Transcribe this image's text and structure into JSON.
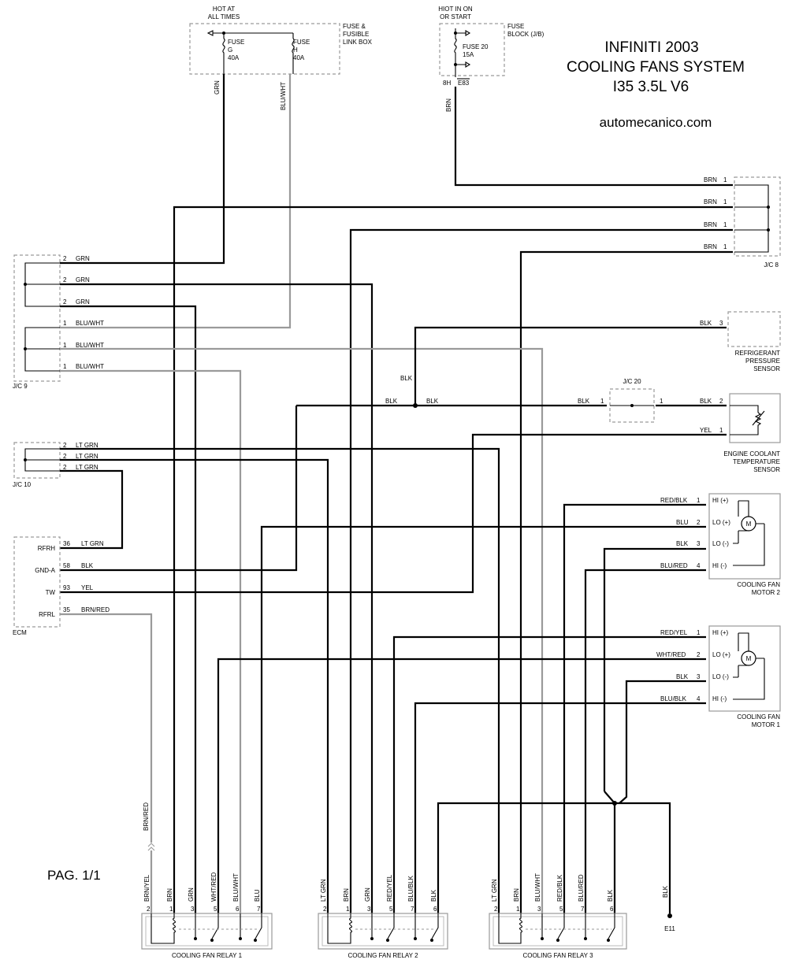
{
  "header": {
    "title_line1": "INFINITI 2003",
    "title_line2": "COOLING FANS SYSTEM",
    "title_line3": "I35 3.5L V6",
    "website": "automecanico.com",
    "page_label": "PAG. 1/1"
  },
  "power": {
    "hot_at_all_times_1": "HOT AT",
    "hot_at_all_times_2": "ALL TIMES",
    "fuse_box_1": "FUSE &",
    "fuse_box_2": "FUSIBLE",
    "fuse_box_3": "LINK BOX",
    "fuse_g_1": "FUSE",
    "fuse_g_2": "G",
    "fuse_g_3": "40A",
    "fuse_h_1": "FUSE",
    "fuse_h_2": "H",
    "fuse_h_3": "40A",
    "wire_grn": "GRN",
    "wire_bluwht": "BLU/WHT",
    "hot_in_on_1": "HIOT IN ON",
    "hot_in_on_2": "OR START",
    "fuse_block_1": "FUSE",
    "fuse_block_2": "BLOCK (J/B)",
    "fuse_20_1": "FUSE 20",
    "fuse_20_2": "15A",
    "pin_8h": "8H",
    "conn_e83": "E83",
    "wire_brn": "BRN"
  },
  "jc8": {
    "label": "J/C 8",
    "rows": [
      {
        "wire": "BRN",
        "pin": "1"
      },
      {
        "wire": "BRN",
        "pin": "1"
      },
      {
        "wire": "BRN",
        "pin": "1"
      },
      {
        "wire": "BRN",
        "pin": "1"
      }
    ]
  },
  "jc9": {
    "label": "J/C 9",
    "rows": [
      {
        "pin": "2",
        "wire": "GRN"
      },
      {
        "pin": "2",
        "wire": "GRN"
      },
      {
        "pin": "2",
        "wire": "GRN"
      },
      {
        "pin": "1",
        "wire": "BLU/WHT"
      },
      {
        "pin": "1",
        "wire": "BLU/WHT"
      },
      {
        "pin": "1",
        "wire": "BLU/WHT"
      }
    ]
  },
  "jc10": {
    "label": "J/C 10",
    "rows": [
      {
        "pin": "2",
        "wire": "LT GRN"
      },
      {
        "pin": "2",
        "wire": "LT GRN"
      },
      {
        "pin": "2",
        "wire": "LT GRN"
      }
    ]
  },
  "jc20": {
    "label": "J/C 20",
    "pin_left": "1",
    "pin_right": "1"
  },
  "ecm": {
    "label": "ECM",
    "rows": [
      {
        "name": "RFRH",
        "pin": "36",
        "wire": "LT GRN"
      },
      {
        "name": "GND-A",
        "pin": "58",
        "wire": "BLK"
      },
      {
        "name": "TW",
        "pin": "93",
        "wire": "YEL"
      },
      {
        "name": "RFRL",
        "pin": "35",
        "wire": "BRN/RED"
      }
    ]
  },
  "blk_splice": {
    "wire_up": "BLK",
    "wire_left": "BLK",
    "wire_right": "BLK",
    "wire_to_jc20": "BLK"
  },
  "refrigerant_sensor": {
    "label_1": "REFRIGERANT",
    "label_2": "PRESSURE",
    "label_3": "SENSOR",
    "wire": "BLK",
    "pin": "3"
  },
  "coolant_sensor": {
    "label_1": "ENGINE COOLANT",
    "label_2": "TEMPERATURE",
    "label_3": "SENSOR",
    "rows": [
      {
        "wire": "BLK",
        "pin": "2"
      },
      {
        "wire": "YEL",
        "pin": "1"
      }
    ]
  },
  "motor2": {
    "label_1": "COOLING FAN",
    "label_2": "MOTOR 2",
    "symbol": "M",
    "rows": [
      {
        "wire": "RED/BLK",
        "pin": "1",
        "term": "HI (+)"
      },
      {
        "wire": "BLU",
        "pin": "2",
        "term": "LO (+)"
      },
      {
        "wire": "BLK",
        "pin": "3",
        "term": "LO (-)"
      },
      {
        "wire": "BLU/RED",
        "pin": "4",
        "term": "HI (-)"
      }
    ]
  },
  "motor1": {
    "label_1": "COOLING FAN",
    "label_2": "MOTOR 1",
    "symbol": "M",
    "rows": [
      {
        "wire": "RED/YEL",
        "pin": "1",
        "term": "HI (+)"
      },
      {
        "wire": "WHT/RED",
        "pin": "2",
        "term": "LO (+)"
      },
      {
        "wire": "BLK",
        "pin": "3",
        "term": "LO (-)"
      },
      {
        "wire": "BLU/BLK",
        "pin": "4",
        "term": "HI (-)"
      }
    ]
  },
  "ground": {
    "wire": "BLK",
    "label": "E11"
  },
  "relay_wire_brnred": "BRN/RED",
  "relays": [
    {
      "label": "COOLING FAN RELAY 1",
      "wires": [
        "BRN/YEL",
        "BRN",
        "GRN",
        "WHT/RED",
        "BLU/WHT",
        "BLU"
      ],
      "pins": [
        "2",
        "1",
        "3",
        "5",
        "6",
        "7"
      ]
    },
    {
      "label": "COOLING FAN RELAY 2",
      "wires": [
        "LT GRN",
        "BRN",
        "GRN",
        "RED/YEL",
        "BLU/BLK",
        "BLK"
      ],
      "pins": [
        "2",
        "1",
        "3",
        "5",
        "7",
        "6"
      ]
    },
    {
      "label": "COOLING FAN RELAY 3",
      "wires": [
        "LT GRN",
        "BRN",
        "BLU/WHT",
        "RED/BLK",
        "BLU/RED",
        "BLK"
      ],
      "pins": [
        "2",
        "1",
        "3",
        "5",
        "7",
        "6"
      ]
    }
  ]
}
